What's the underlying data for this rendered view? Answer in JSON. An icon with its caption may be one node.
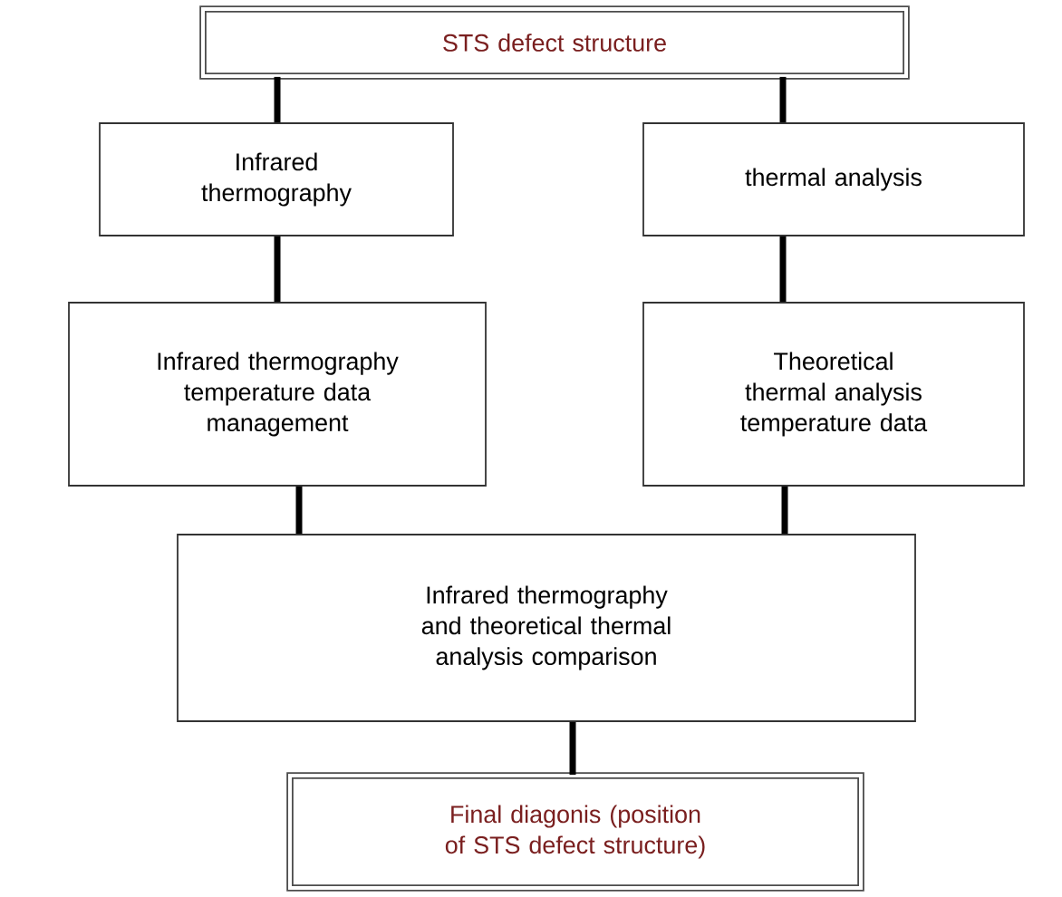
{
  "diagram": {
    "nodes": [
      {
        "text": [
          "STS defect structure"
        ]
      },
      {
        "text": [
          "Infrared thermography"
        ]
      },
      {
        "text": [
          "thermal analysis"
        ]
      },
      {
        "text": [
          "Infrared thermography temperature data management"
        ]
      },
      {
        "text": [
          "Theoretical thermal analysis temperature data"
        ]
      },
      {
        "text": [
          "Infrared thermography and theoretical thermal analysis comparison"
        ]
      },
      {
        "text": [
          "Final diagonis (position of STS defect structure)"
        ]
      }
    ],
    "edges": [
      {
        "from": 0,
        "to": 1,
        "arrow": "none"
      },
      {
        "from": 0,
        "to": 2,
        "arrow": "none"
      },
      {
        "from": 1,
        "to": 3,
        "arrow": "none"
      },
      {
        "from": 2,
        "to": 4,
        "arrow": "none"
      },
      {
        "from": 3,
        "to": 5,
        "arrow": "none"
      },
      {
        "from": 4,
        "to": 5,
        "arrow": "none"
      },
      {
        "from": 5,
        "to": 6,
        "arrow": "none"
      }
    ]
  }
}
